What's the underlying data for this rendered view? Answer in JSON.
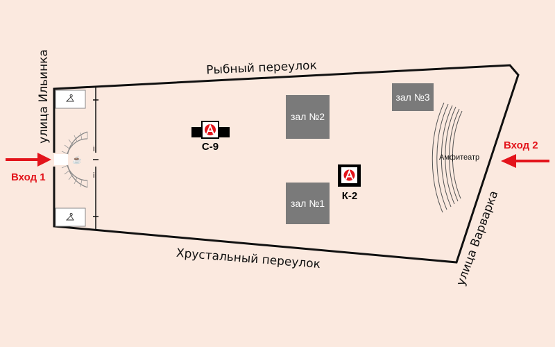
{
  "streets": {
    "north": "Рыбный переулок",
    "south": "Хрустальный переулок",
    "west": "улица Ильинка",
    "east": "улица Варварка"
  },
  "entrances": {
    "entry1": "Вход 1",
    "entry2": "Вход 2"
  },
  "halls": {
    "hall1": "зал №1",
    "hall2": "зал №2",
    "hall3": "зал №3"
  },
  "amphitheater": "Амфитеатр",
  "booths": {
    "c9": "С-9",
    "k2": "К-2"
  },
  "colors": {
    "background": "#fbe9df",
    "hall_fill": "#7a7a7a",
    "entrance_arrow": "#e3141b",
    "booth_logo": "#e3141b",
    "outline": "#111111"
  },
  "icons": {
    "wardrobe": "hanger-icon",
    "booth_logo": "triangle-logo-icon",
    "entrance": "arrow-icon"
  }
}
